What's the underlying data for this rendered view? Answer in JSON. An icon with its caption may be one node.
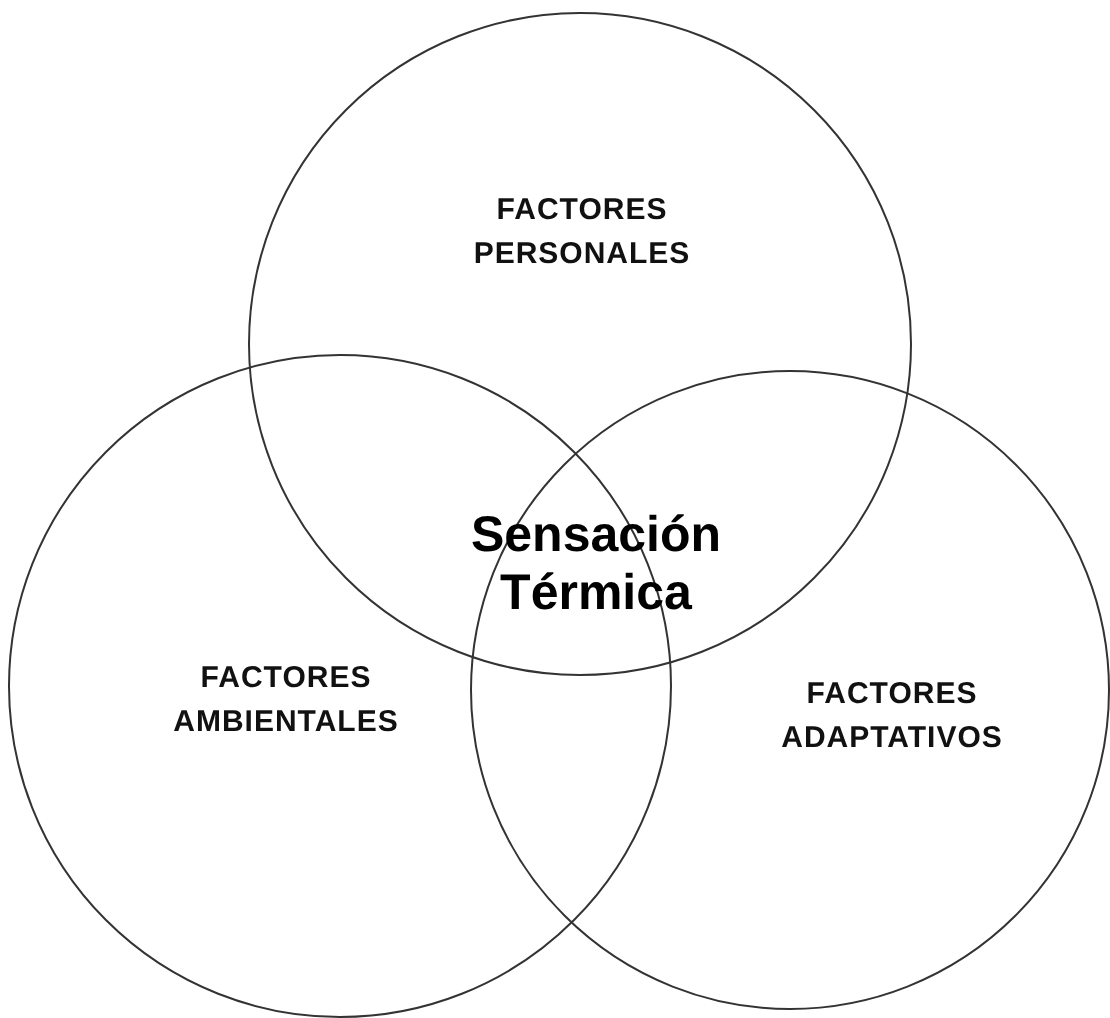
{
  "diagram": {
    "nodes": [
      {
        "text": [
          "FACTORES PERSONALES"
        ]
      },
      {
        "text": [
          "FACTORES AMBIENTALES"
        ]
      },
      {
        "text": [
          "FACTORES ADAPTATIVOS"
        ]
      }
    ],
    "labels": [
      "Sensación Térmica"
    ]
  }
}
